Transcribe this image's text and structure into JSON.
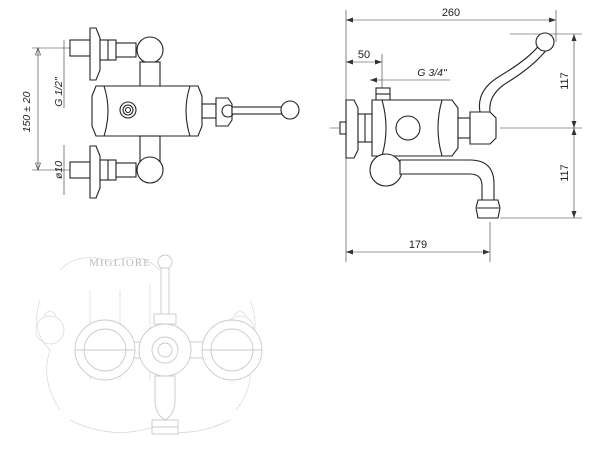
{
  "dimensions": {
    "overall_width": "260",
    "inlet_offset": "50",
    "outlet_thread": "G 3/4\"",
    "handle_height": "117",
    "spout_drop": "117",
    "spout_reach": "179",
    "centers": "150 ± 20",
    "inlet_thread": "G 1/2\"",
    "pipe_diameter": "ø10"
  },
  "watermark": {
    "brand": "MIGLIORE"
  },
  "colors": {
    "line": "#222222",
    "watermark": "#c6c9cc"
  }
}
